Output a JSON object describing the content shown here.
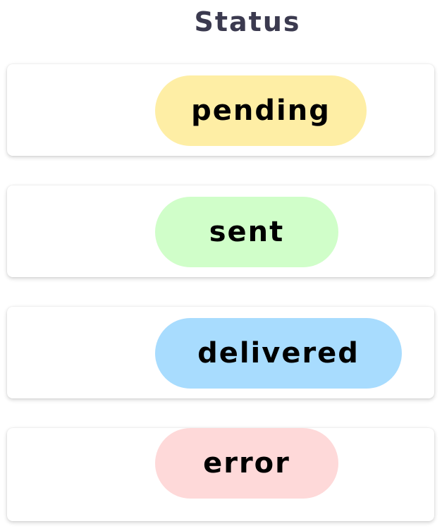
{
  "header": {
    "title": "Status"
  },
  "statuses": [
    {
      "label": "pending",
      "color": "#feeea5"
    },
    {
      "label": "sent",
      "color": "#d0fec9"
    },
    {
      "label": "delivered",
      "color": "#a8dcfe"
    },
    {
      "label": "error",
      "color": "#fed9d9"
    }
  ]
}
